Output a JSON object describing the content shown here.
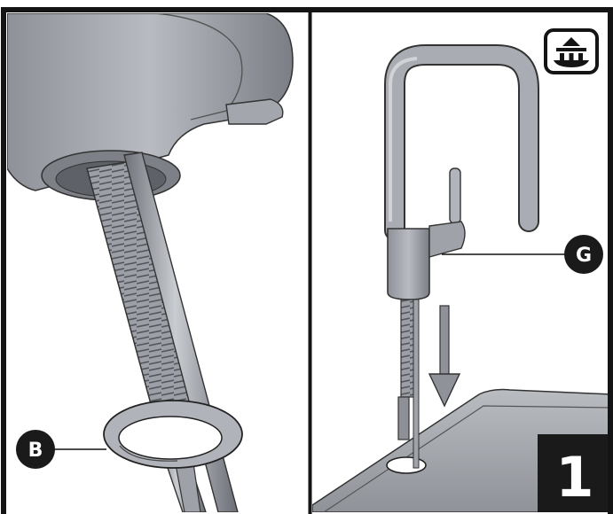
{
  "callouts": {
    "b_label": "B",
    "g_label": "G"
  },
  "step": {
    "number": "1"
  },
  "icons": {
    "corner_icon": "under-sink-installation-icon"
  },
  "colors": {
    "frame": "#141414",
    "metal_light": "#b4b7bd",
    "metal_mid": "#9a9da4",
    "metal_dark": "#6f7279",
    "sink": "#a7aab0",
    "badge": "#1a1a1a"
  }
}
